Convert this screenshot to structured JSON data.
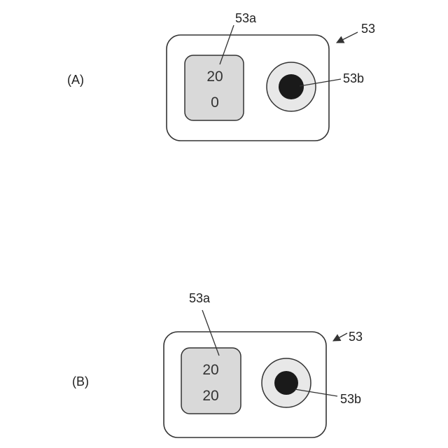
{
  "colors": {
    "line": "#333333",
    "device_fill": "#ffffff",
    "display_fill": "#d9d9d9",
    "ring_fill": "#e8e8e8",
    "dot_fill": "#1a1a1a"
  },
  "panels": [
    {
      "panel_label": "(A)",
      "device_ref": "53",
      "display_ref": "53a",
      "indicator_ref": "53b",
      "display_line1": "20",
      "display_line2": "0"
    },
    {
      "panel_label": "(B)",
      "device_ref": "53",
      "display_ref": "53a",
      "indicator_ref": "53b",
      "display_line1": "20",
      "display_line2": "20"
    }
  ]
}
